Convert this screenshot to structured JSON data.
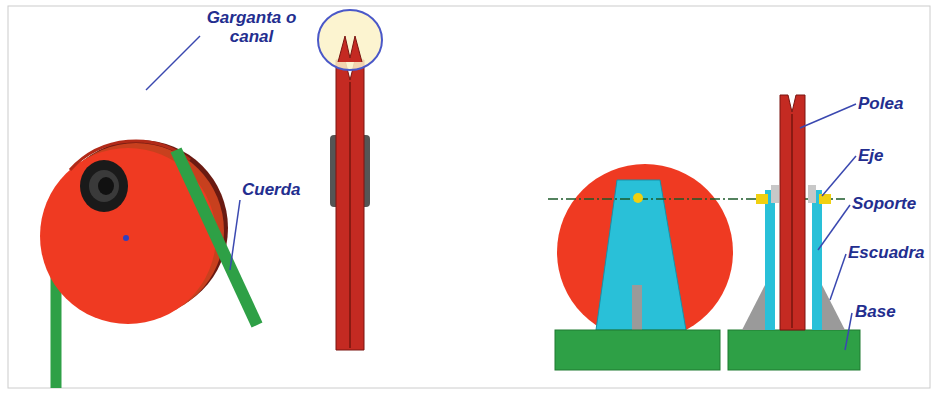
{
  "diagram": {
    "labels": [
      "Garganta o canal",
      "Cuerda",
      "Polea",
      "Eje",
      "Soporte",
      "Escuadra",
      "Base"
    ]
  }
}
